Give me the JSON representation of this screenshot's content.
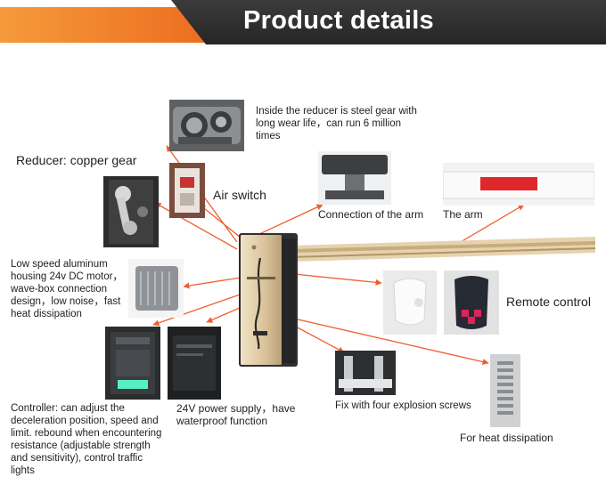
{
  "header": {
    "title": "Product details"
  },
  "labels": {
    "reducer_inside": "Inside the reducer is steel gear with long wear life，can run 6 million times",
    "reducer_copper": "Reducer: copper gear",
    "air_switch": "Air switch",
    "arm_connection": "Connection of the arm",
    "the_arm": "The arm",
    "motor": "Low speed aluminum housing 24v DC motor，wave-box connection design，low noise，fast heat dissipation",
    "remote_control": "Remote control",
    "controller": "Controller: can adjust the deceleration position, speed and limit. rebound when encountering resistance  (adjustable strength and sensitivity), control traffic lights",
    "power_supply": "24V power supply，have waterproof function",
    "explosion_screws": "Fix with four explosion screws",
    "heat_dissipation": "For heat dissipation"
  },
  "colors": {
    "arrow": "#ee5f2e",
    "banner_orange": "#ef7a28",
    "banner_dark": "#2f2f2f",
    "arm_stripe": "#e0282c",
    "remote_button": "#d8265a",
    "cabinet_gold": "#d9c29a"
  }
}
